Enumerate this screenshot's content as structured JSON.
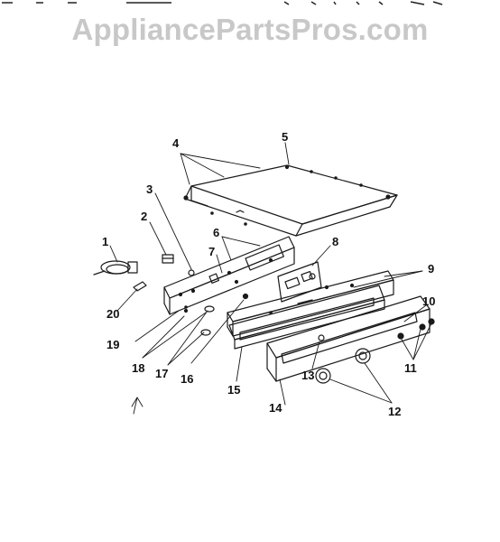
{
  "watermark": "AppliancePartsPros.com",
  "callouts": [
    "1",
    "2",
    "3",
    "4",
    "5",
    "6",
    "7",
    "8",
    "9",
    "10",
    "11",
    "12",
    "13",
    "14",
    "15",
    "16",
    "17",
    "18",
    "19",
    "20"
  ],
  "colors": {
    "line": "#1a1a1a",
    "watermark": "#c8c8c8",
    "background": "#ffffff"
  }
}
